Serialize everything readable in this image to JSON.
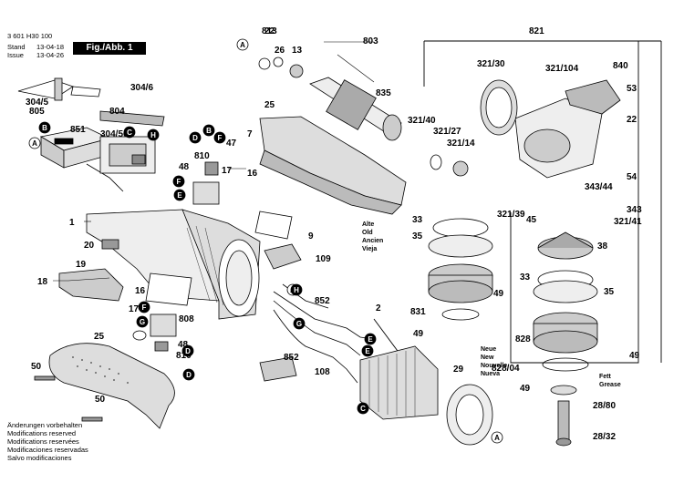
{
  "document": {
    "part_number": "3 601 H30 100",
    "stand_label": "Stand",
    "stand_date": "13-04-18",
    "issue_label": "Issue",
    "issue_date": "13-04-26",
    "figure_label": "Fig./Abb. 1"
  },
  "footer_notes": [
    "Änderungen vorbehalten",
    "Modifications reserved",
    "Modifications reservées",
    "Modificaciones reservadas",
    "Salvo modificaciones"
  ],
  "language_labels": {
    "old": [
      "Alte",
      "Old",
      "Ancien",
      "Vieja"
    ],
    "new": [
      "Neue",
      "New",
      "Nouvelle",
      "Nueva"
    ],
    "grease": [
      "Fett",
      "Grease"
    ]
  },
  "parts": [
    "1",
    "2",
    "7",
    "9",
    "13",
    "16",
    "17",
    "18",
    "19",
    "20",
    "22",
    "25",
    "26",
    "28/32",
    "28/80",
    "29",
    "33",
    "35",
    "38",
    "45",
    "47",
    "48",
    "49",
    "50",
    "53",
    "54",
    "108",
    "109",
    "304/5",
    "304/6",
    "304/56",
    "321/14",
    "321/27",
    "321/30",
    "321/39",
    "321/40",
    "321/41",
    "321/104",
    "343",
    "343/44",
    "803",
    "804",
    "805",
    "808",
    "810",
    "813",
    "821",
    "828",
    "828/04",
    "831",
    "835",
    "840",
    "851",
    "852"
  ],
  "connector_letters": [
    "A",
    "B",
    "C",
    "D",
    "E",
    "F",
    "G",
    "H"
  ]
}
